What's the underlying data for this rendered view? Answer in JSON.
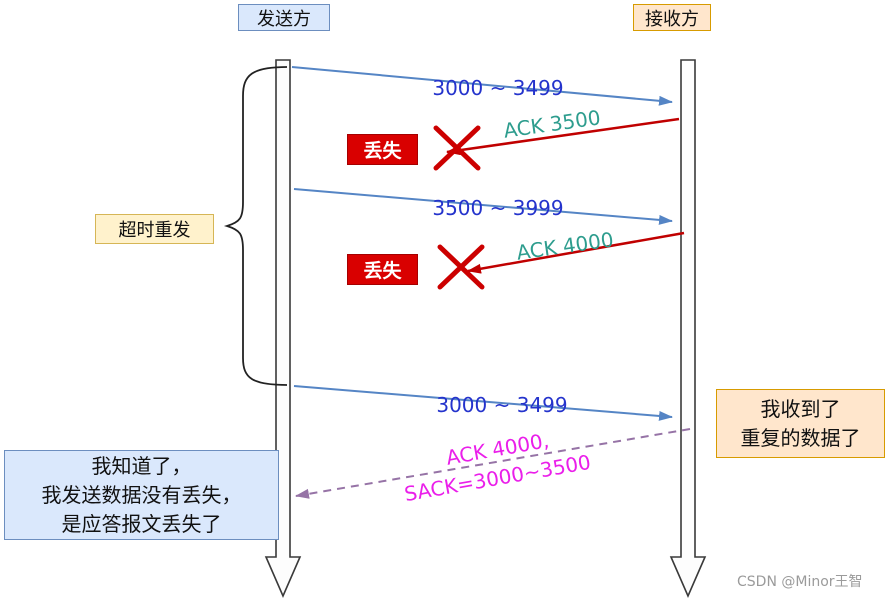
{
  "actors": {
    "sender": "发送方",
    "receiver": "接收方"
  },
  "timeout_label": "超时重发",
  "lost_label": "丢失",
  "messages": {
    "seg1": "3000 ~ 3499",
    "ack1": "ACK 3500",
    "seg2": "3500 ~ 3999",
    "ack2": "ACK 4000",
    "seg3": "3000 ~ 3499",
    "sack_line1": "ACK 4000,",
    "sack_line2": "SACK=3000~3500"
  },
  "notes": {
    "sender": {
      "line1": "我知道了，",
      "line2": "我发送数据没有丢失，",
      "line3": "是应答报文丢失了"
    },
    "receiver": {
      "line1": "我收到了",
      "line2": "重复的数据了"
    }
  },
  "watermark": "CSDN @Minor王智",
  "colors": {
    "data_arrow": "#5585c5",
    "data_label": "#2433cc",
    "ack_label": "#2e9d8e",
    "lost_arrow": "#c00000",
    "lost_cross": "#cc0000",
    "sack_arrow": "#9673a6",
    "sack_label": "#ea1fea",
    "sender_box_fill": "#dae8fc",
    "receiver_box_fill": "#ffe6cc",
    "timeout_box_fill": "#fff2cc",
    "lost_box_fill": "#d90000"
  }
}
